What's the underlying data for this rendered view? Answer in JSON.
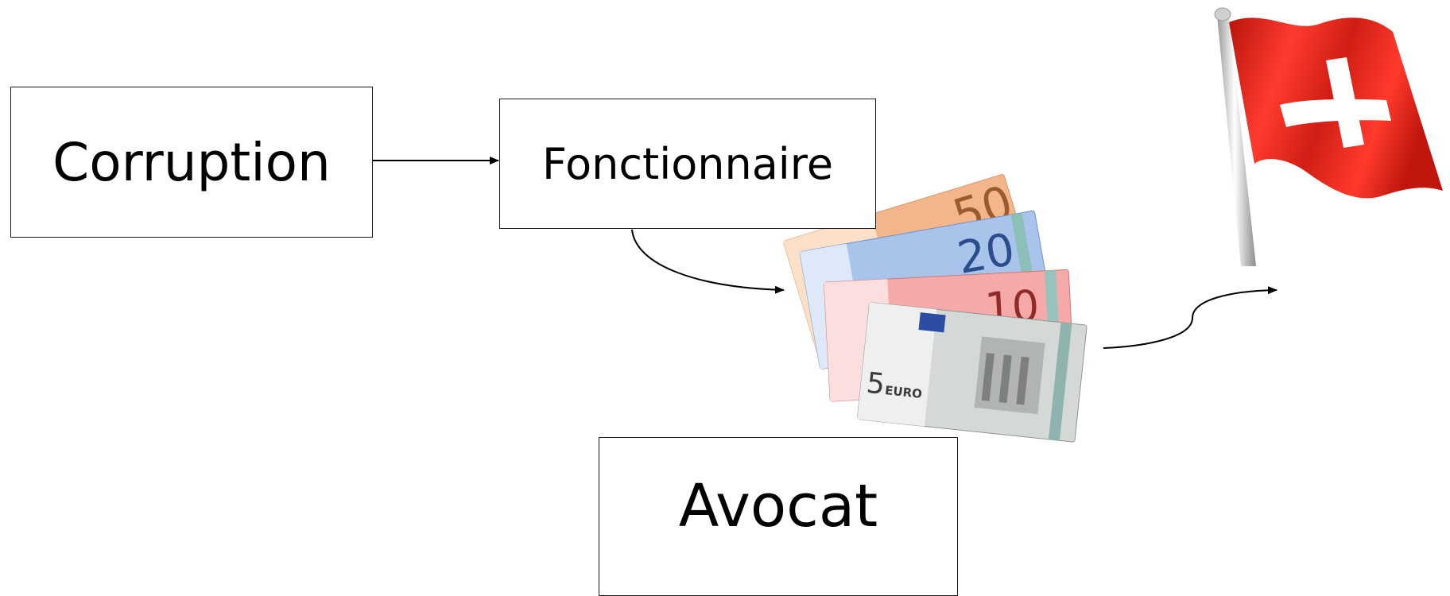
{
  "diagram": {
    "nodes": {
      "corruption": "Corruption",
      "fonctionnaire": "Fonctionnaire",
      "avocat": "Avocat"
    },
    "banknotes": {
      "denominations": [
        "50",
        "20",
        "10",
        "5"
      ],
      "currency_label": "EURO",
      "colors": {
        "50": "#e58a4e",
        "20": "#5f87c8",
        "10": "#e06a6a",
        "5": "#b8bfbd"
      }
    },
    "flag": {
      "icon": "swiss-flag-icon",
      "colors": {
        "field": "#e02418",
        "cross": "#ffffff",
        "pole": "#d9d9d9"
      }
    },
    "edges": [
      {
        "from": "corruption",
        "to": "fonctionnaire"
      },
      {
        "from": "fonctionnaire",
        "to": "banknotes"
      },
      {
        "from": "banknotes",
        "to": "flag"
      }
    ]
  }
}
